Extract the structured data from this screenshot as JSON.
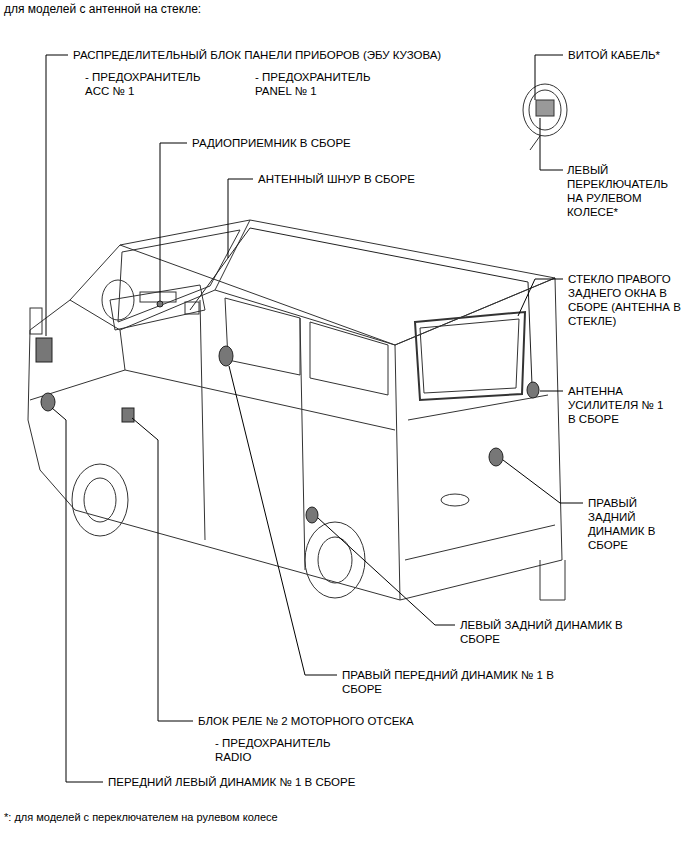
{
  "diagram": {
    "title": "для моделей с антенной на стекле:",
    "caption": "*: для моделей с переключателем на рулевом колесе",
    "labels": [
      "РАСПРЕДЕЛИТЕЛЬНЫЙ БЛОК ПАНЕЛИ ПРИБОРОВ (ЭБУ КУЗОВА)",
      "- ПРЕДОХРАНИТЕЛЬ ACC № 1",
      "- ПРЕДОХРАНИТЕЛЬ PANEL № 1",
      "ВИТОЙ КАБЕЛЬ*",
      "РАДИОПРИЕМНИК В СБОРЕ",
      "АНТЕННЫЙ ШНУР В СБОРЕ",
      "ЛЕВЫЙ ПЕРЕКЛЮЧАТЕЛЬ НА РУЛЕВОМ КОЛЕСЕ*",
      "СТЕКЛО ПРАВОГО ЗАДНЕГО ОКНА В СБОРЕ (АНТЕННА В СТЕКЛЕ)",
      "АНТЕННА УСИЛИТЕЛЯ № 1 В СБОРЕ",
      "ПРАВЫЙ ЗАДНИЙ ДИНАМИК В СБОРЕ",
      "ЛЕВЫЙ ЗАДНИЙ ДИНАМИК В СБОРЕ",
      "ПРАВЫЙ ПЕРЕДНИЙ ДИНАМИК № 1 В СБОРЕ",
      "БЛОК РЕЛЕ № 2 МОТОРНОГО ОТСЕКА",
      "- ПРЕДОХРАНИТЕЛЬ RADIO",
      "ПЕРЕДНИЙ ЛЕВЫЙ ДИНАМИК № 1 В СБОРЕ"
    ]
  }
}
